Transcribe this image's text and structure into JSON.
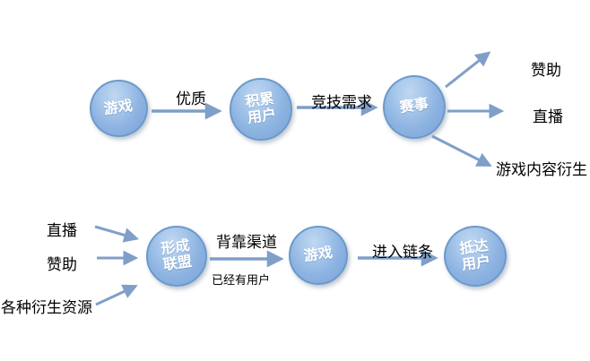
{
  "colors": {
    "background": "#ffffff",
    "node_fill_top": "#a8c8eb",
    "node_fill_bottom": "#7ba5da",
    "node_border": "#6c99ca",
    "node_text": "#ffffff",
    "arrow": "#7f9fc9",
    "label_text": "#000000"
  },
  "nodes": {
    "game_top": {
      "line1": "游戏"
    },
    "users": {
      "line1": "积累",
      "line2": "用户"
    },
    "event": {
      "line1": "赛事"
    },
    "alliance": {
      "line1": "形成",
      "line2": "联盟"
    },
    "game_bottom": {
      "line1": "游戏"
    },
    "reach": {
      "line1": "抵达",
      "line2": "用户"
    }
  },
  "labels": {
    "quality": "优质",
    "competitive_demand": "竞技需求",
    "sponsorship_top": "赞助",
    "live_stream_top": "直播",
    "game_content_derivatives": "游戏内容衍生",
    "live_stream_bottom": "直播",
    "sponsorship_bottom": "赞助",
    "various_derivative_resources": "各种衍生资源",
    "backed_by_channels": "背靠渠道",
    "already_have_users": "已经有用户",
    "enter_chain": "进入链条"
  }
}
